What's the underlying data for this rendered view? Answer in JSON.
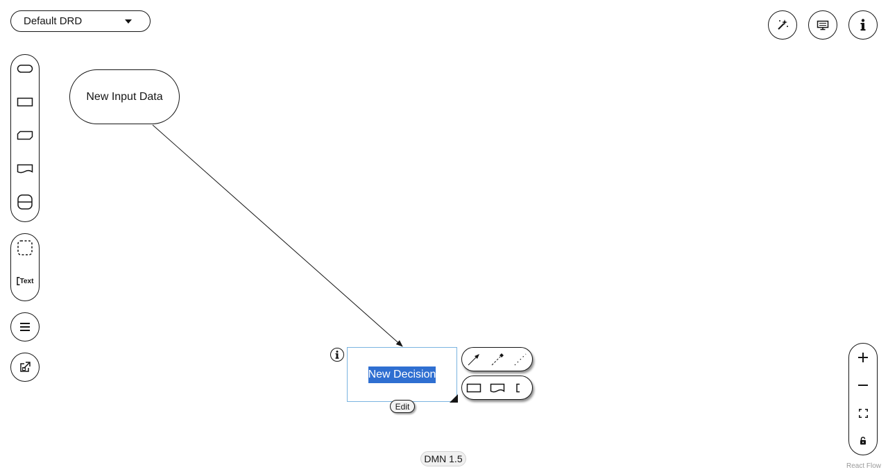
{
  "drd_selector": {
    "value": "Default DRD"
  },
  "top_toolbar": {
    "buttons": [
      {
        "icon": "magic-wand-icon"
      },
      {
        "icon": "properties-panel-icon"
      },
      {
        "icon": "info-icon"
      }
    ]
  },
  "palette": {
    "node_tools": [
      {
        "icon": "input-data-shape-icon"
      },
      {
        "icon": "decision-shape-icon"
      },
      {
        "icon": "bkm-shape-icon"
      },
      {
        "icon": "knowledge-source-shape-icon"
      },
      {
        "icon": "decision-service-shape-icon"
      }
    ],
    "annotation_tools": [
      {
        "icon": "group-shape-icon"
      },
      {
        "icon": "text-annotation-icon",
        "label": "Text"
      }
    ],
    "extra_buttons": [
      {
        "icon": "hamburger-menu-icon"
      },
      {
        "icon": "external-nodes-icon"
      }
    ]
  },
  "diagram": {
    "input_data_node": {
      "label": "New Input Data"
    },
    "decision_node": {
      "label": "New Decision",
      "edit_label": "Edit"
    }
  },
  "node_handles": {
    "edges": [
      {
        "icon": "information-requirement-icon"
      },
      {
        "icon": "knowledge-requirement-icon"
      },
      {
        "icon": "association-icon"
      }
    ],
    "nodes": [
      {
        "icon": "decision-shape-icon"
      },
      {
        "icon": "knowledge-source-shape-icon"
      },
      {
        "icon": "text-annotation-icon"
      }
    ]
  },
  "zoom_controls": [
    {
      "icon": "plus-icon"
    },
    {
      "icon": "minus-icon"
    },
    {
      "icon": "fit-view-icon"
    },
    {
      "icon": "lock-icon"
    }
  ],
  "footer": {
    "version": "DMN 1.5",
    "attribution": "React Flow"
  },
  "colors": {
    "selection_highlight": "#2f6fd1",
    "selected_border": "#7ab4e0",
    "stroke": "#151515"
  }
}
